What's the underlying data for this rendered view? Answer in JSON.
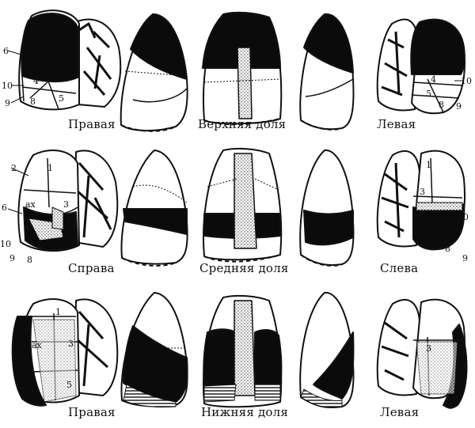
{
  "captions": {
    "row1": {
      "left": "Правая",
      "center": "Верхняя доля",
      "right": "Левая"
    },
    "row2": {
      "left": "Справа",
      "center": "Средняя доля",
      "right": "Слева"
    },
    "row3": {
      "left": "Правая",
      "center": "Нижняя доля",
      "right": "Левая"
    }
  },
  "segment_labels": {
    "r1_left": [
      "6",
      "4",
      "10",
      "9",
      "8",
      "5"
    ],
    "r1_right": [
      "4",
      "5",
      "10",
      "8",
      "9"
    ],
    "r2_left": [
      "2",
      "1",
      "ax",
      "3",
      "6",
      "10",
      "9",
      "8"
    ],
    "r2_right": [
      "1",
      "3",
      "10",
      "8",
      "9"
    ],
    "r3_left": [
      "1",
      "ax",
      "3",
      "5"
    ],
    "r3_right": [
      "3"
    ]
  },
  "colors": {
    "ink": "#111111",
    "fill": "#0b0b0b",
    "paper": "#ffffff"
  }
}
